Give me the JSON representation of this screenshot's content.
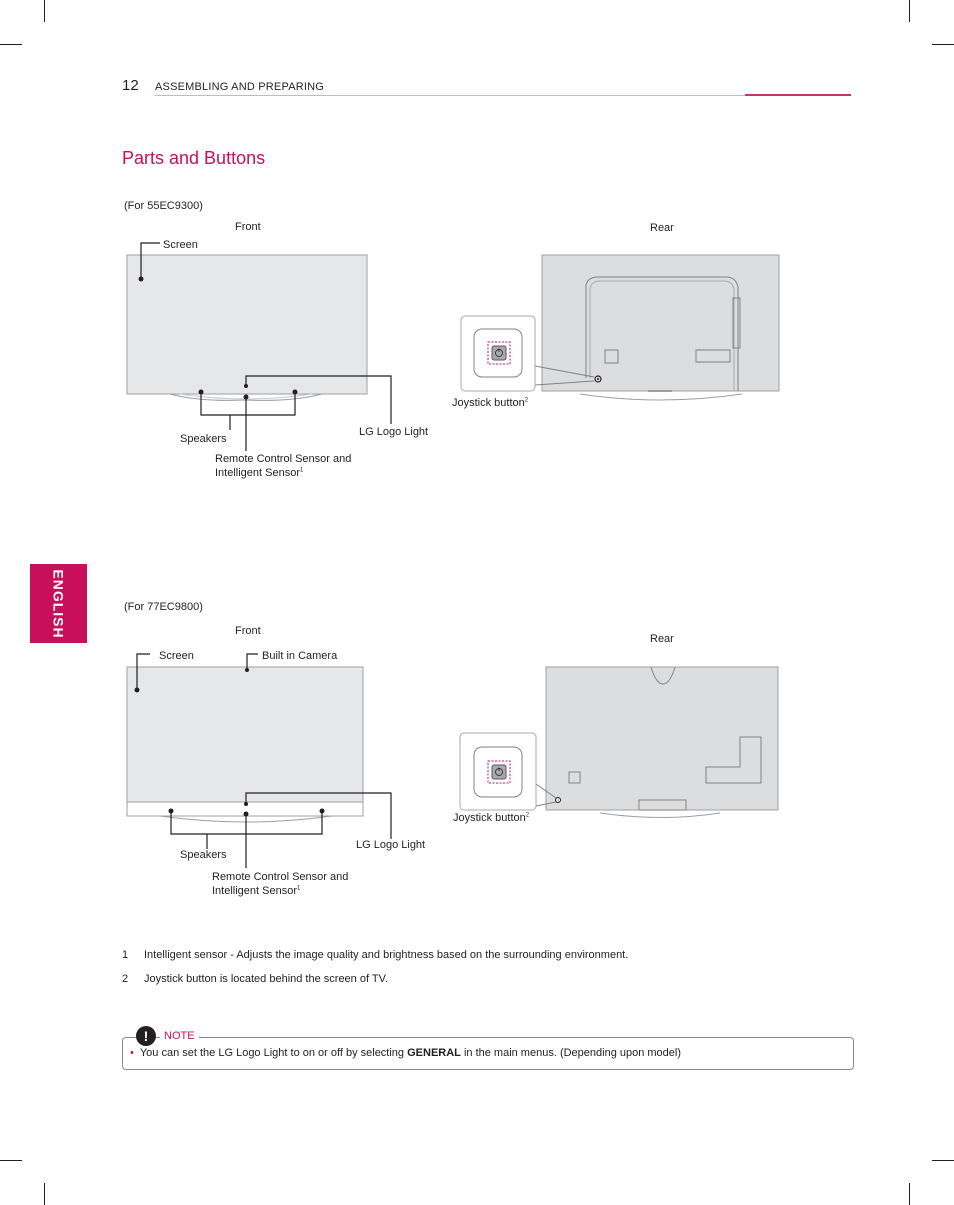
{
  "header": {
    "page_number": "12",
    "section": "ASSEMBLING AND PREPARING"
  },
  "title": "Parts and Buttons",
  "side_tab": "ENGLISH",
  "model1": {
    "model_label": "(For 55EC9300)",
    "front_label": "Front",
    "rear_label": "Rear",
    "screen": "Screen",
    "speakers": "Speakers",
    "logo_light": "LG Logo Light",
    "sensor_line1": "Remote Control Sensor and",
    "sensor_line2": "Intelligent Sensor",
    "sensor_sup": "1",
    "joystick": "Joystick button",
    "joystick_sup": "2"
  },
  "model2": {
    "model_label": "(For 77EC9800)",
    "front_label": "Front",
    "rear_label": "Rear",
    "screen": "Screen",
    "camera": "Built in Camera",
    "speakers": "Speakers",
    "logo_light": "LG Logo Light",
    "sensor_line1": "Remote Control Sensor and",
    "sensor_line2": "Intelligent Sensor",
    "sensor_sup": "1",
    "joystick": "Joystick button",
    "joystick_sup": "2"
  },
  "footnotes": [
    {
      "num": "1",
      "text": "Intelligent sensor - Adjusts the image quality and brightness based on the surrounding environment."
    },
    {
      "num": "2",
      "text": "Joystick button is located behind the screen of TV."
    }
  ],
  "note": {
    "icon": "exclamation-icon",
    "title": "NOTE",
    "text_before": "You can set the LG Logo Light to on or off by selecting ",
    "text_bold": "GENERAL",
    "text_after": " in the main menus. (Depending upon model)"
  },
  "colors": {
    "accent": "#c8105a",
    "screen": "#e6e7e8",
    "rear": "#dcddde"
  }
}
